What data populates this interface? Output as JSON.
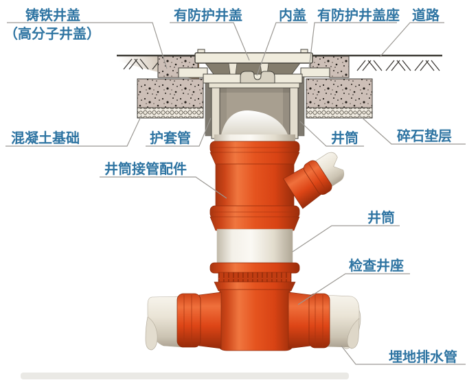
{
  "diagram": {
    "labels": {
      "cast_iron_cover": "铸铁井盖",
      "polymer_cover_paren": "（高分子井盖）",
      "protective_cover": "有防护井盖",
      "inner_cover": "内盖",
      "protective_cover_seat": "有防护井盖座",
      "road": "道路",
      "concrete_foundation": "混凝土基础",
      "sleeve_pipe": "护套管",
      "well_shaft_top": "井筒",
      "gravel_bedding": "碎石垫层",
      "shaft_connector_fitting": "井筒接管配件",
      "well_shaft_mid": "井筒",
      "inspection_well_base": "检查井座",
      "buried_drain_pipe": "埋地排水管"
    },
    "colors": {
      "label_text": "#2E74A2",
      "leader_line": "#9B9893",
      "pipe_orange": "#E04A1E",
      "pipe_orange_dark": "#A23110",
      "pipe_white": "#EDE8DC",
      "concrete": "#CDBFB7",
      "interior_gray": "#A89F90",
      "cover_beige": "#F0ECDD",
      "outline": "#3E3B35"
    }
  }
}
